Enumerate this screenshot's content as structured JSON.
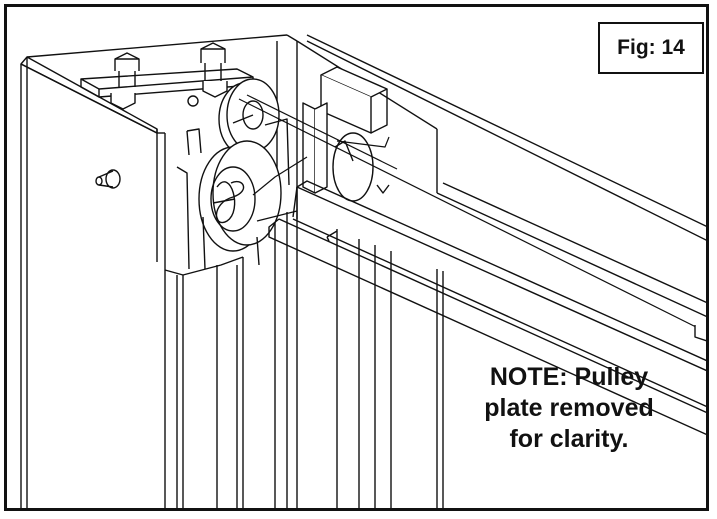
{
  "figure": {
    "label": "Fig: 14"
  },
  "note": {
    "lines": [
      "NOTE: Pulley",
      "plate removed",
      "for clarity."
    ]
  },
  "colors": {
    "line": "#111111",
    "fill": "#ffffff",
    "shade": "#dcdcdc"
  }
}
